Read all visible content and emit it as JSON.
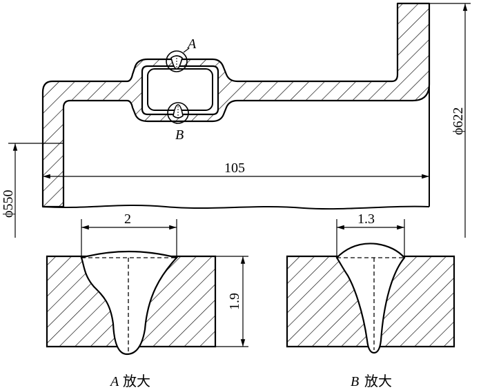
{
  "drawing": {
    "dimensions": {
      "phi550": "ϕ550",
      "phi622": "ϕ622",
      "length": "105",
      "a_width": "2",
      "b_width": "1.3",
      "depth": "1.9"
    },
    "detail_marks": {
      "a": "A",
      "b": "B"
    },
    "captions": {
      "a_letter": "A",
      "b_letter": "B",
      "suffix": "放大"
    },
    "colors": {
      "line": "#000000",
      "background": "#ffffff"
    }
  }
}
